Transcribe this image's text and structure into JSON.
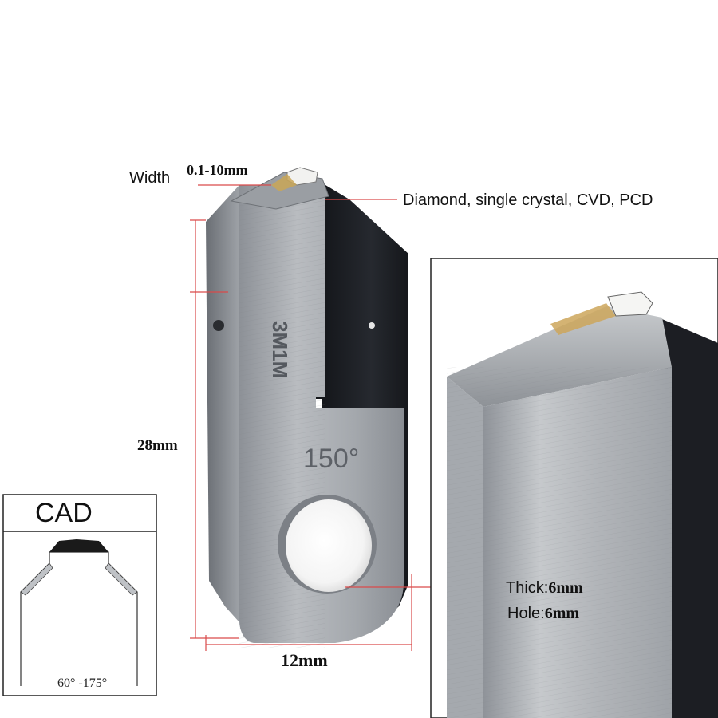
{
  "labels": {
    "width": "Width",
    "width_value": "0.1-10mm",
    "material": "Diamond, single crystal, CVD, PCD",
    "height": "28mm",
    "bottom_width": "12mm",
    "thick_label": "Thick:",
    "thick_value": "6mm",
    "hole_label": "Hole:",
    "hole_value": "6mm"
  },
  "tool": {
    "engraved_mark": "3M1M",
    "angle_mark": "150°"
  },
  "cad": {
    "title": "CAD",
    "angle_range": "60° -175°"
  },
  "colors": {
    "dimension_line": "#d94a4a",
    "steel_light": "#a7abb0",
    "steel_dark": "#1b1d22"
  }
}
